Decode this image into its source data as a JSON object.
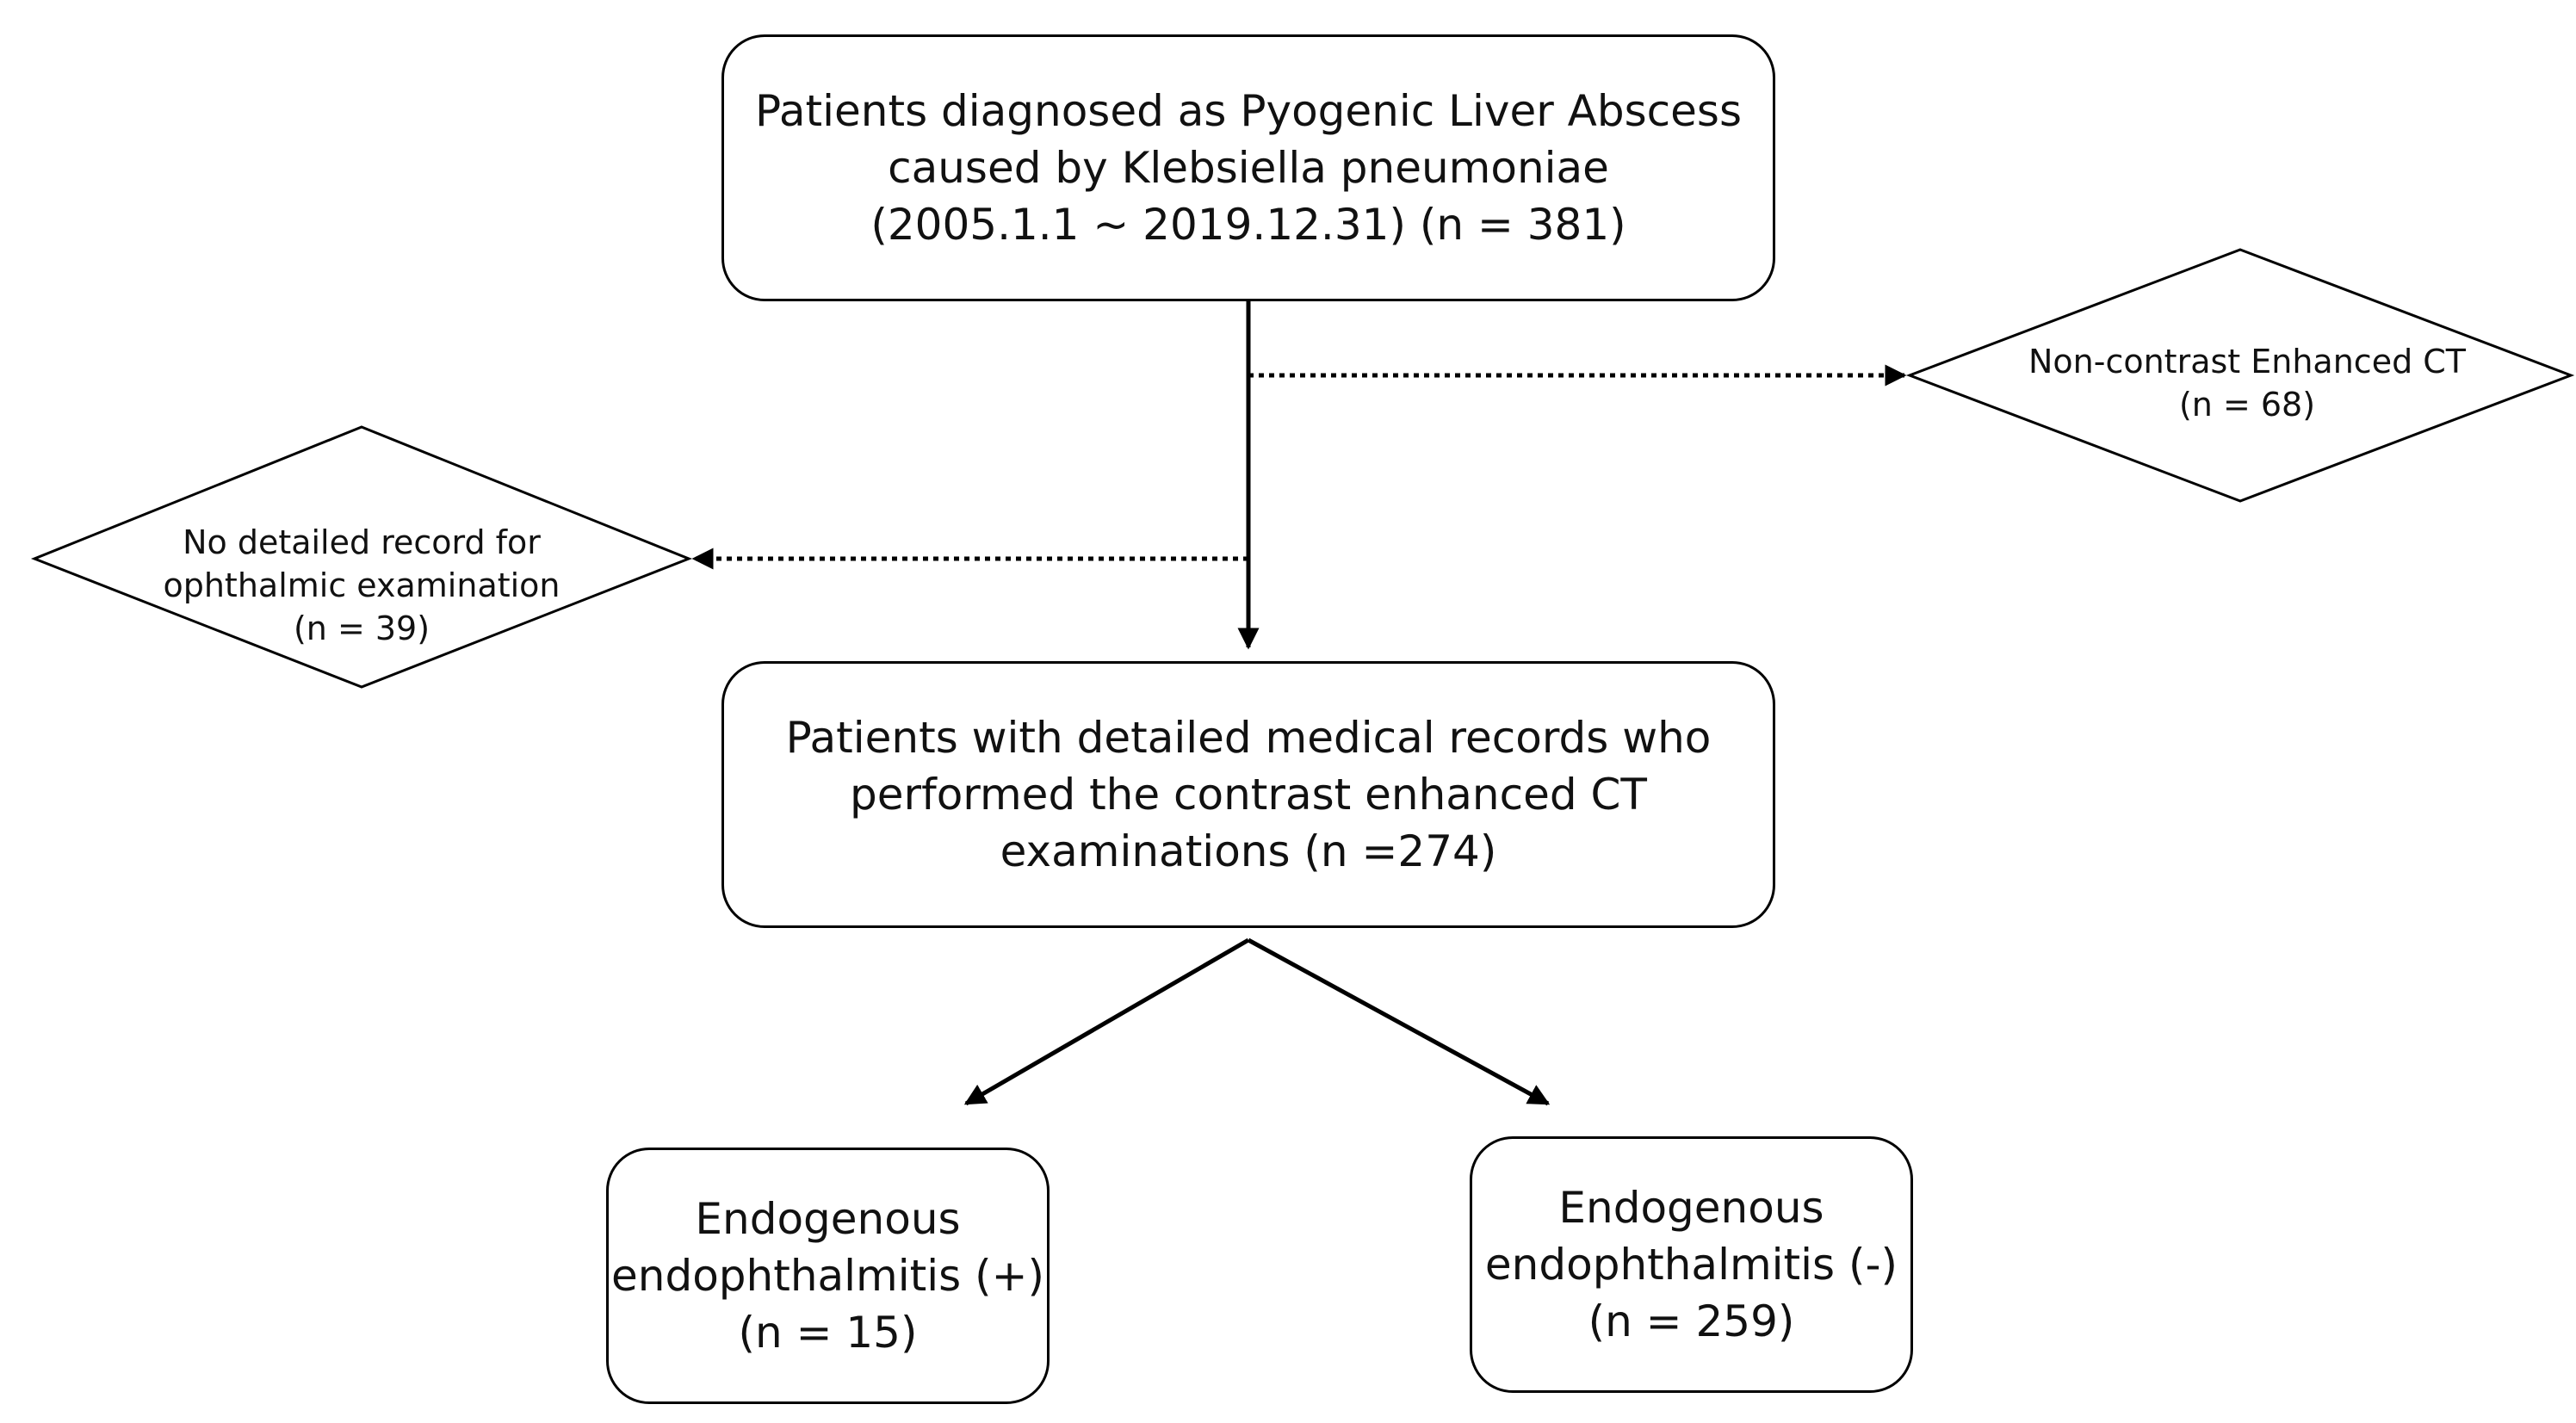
{
  "flowchart": {
    "initial": {
      "lines": [
        "Patients diagnosed as Pyogenic Liver Abscess",
        "caused by Klebsiella pneumoniae",
        "(2005.1.1 ~ 2019.12.31) (n = 381)"
      ]
    },
    "exclusion_noncontrast": {
      "lines": [
        "Non-contrast Enhanced CT",
        "(n = 68)"
      ]
    },
    "exclusion_no_record": {
      "lines": [
        "No detailed record for",
        "ophthalmic examination",
        "(n = 39)"
      ]
    },
    "included": {
      "lines": [
        "Patients with detailed medical records who",
        "performed the contrast enhanced CT",
        "examinations (n =274)"
      ]
    },
    "endophthalmitis_positive": {
      "lines": [
        "Endogenous",
        "endophthalmitis (+)",
        "(n = 15)"
      ]
    },
    "endophthalmitis_negative": {
      "lines": [
        "Endogenous",
        "endophthalmitis (-)",
        "(n = 259)"
      ]
    }
  }
}
